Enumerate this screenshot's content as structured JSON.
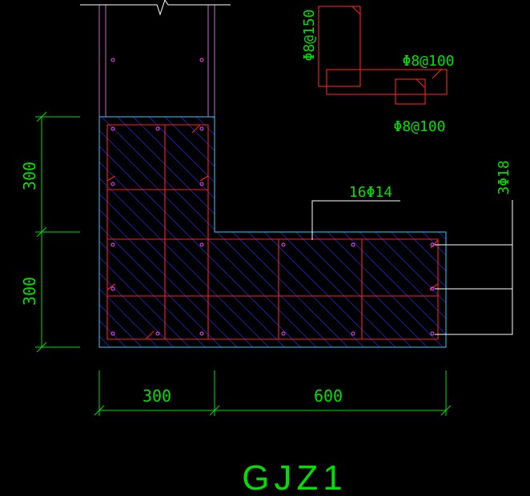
{
  "drawing": {
    "title": "GJZ1",
    "dimensions": {
      "vertical_upper": "300",
      "vertical_lower": "300",
      "horizontal_left": "300",
      "horizontal_right": "600"
    },
    "annotations": {
      "stirrup_vertical": "Φ8@150",
      "stirrup_horizontal": "Φ8@100",
      "stirrup_small": "Φ8@100",
      "main_bars": "16Φ14",
      "end_bars": "3Φ18"
    },
    "colors": {
      "background": "#000000",
      "outline": "#33ccff",
      "rebar": "#ff2020",
      "hatch": "#2233ff",
      "dimension": "#00e000",
      "leader": "#ffffff",
      "bar_dot": "#ff44ff",
      "wall_line": "#cc66cc"
    }
  }
}
